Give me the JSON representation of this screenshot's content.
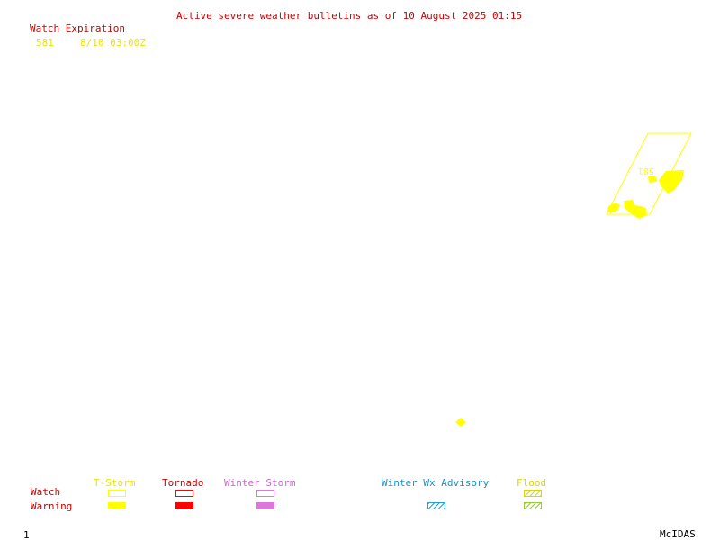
{
  "header": {
    "title": "Active severe weather bulletins as of 10 August 2025 01:15"
  },
  "watch_table": {
    "heading": "Watch Expiration",
    "rows": [
      {
        "number": "581",
        "expiration": "8/10 03:00Z"
      }
    ]
  },
  "map": {
    "watch_label": "581",
    "colors": {
      "tstorm": "#ffff00",
      "tornado": "#ff0000",
      "winter_storm": "#dd77dd",
      "winter_wx_advisory": "#2a9fd6",
      "flood": "#99cc33"
    }
  },
  "legend": {
    "row_watch": "Watch",
    "row_warning": "Warning",
    "columns": {
      "tstorm": "T-Storm",
      "tornado": "Tornado",
      "winter_storm": "Winter Storm",
      "winter_wx_advisory": "Winter Wx Advisory",
      "flood": "Flood"
    }
  },
  "footer": {
    "frame_number": "1",
    "brand": "McIDAS"
  }
}
